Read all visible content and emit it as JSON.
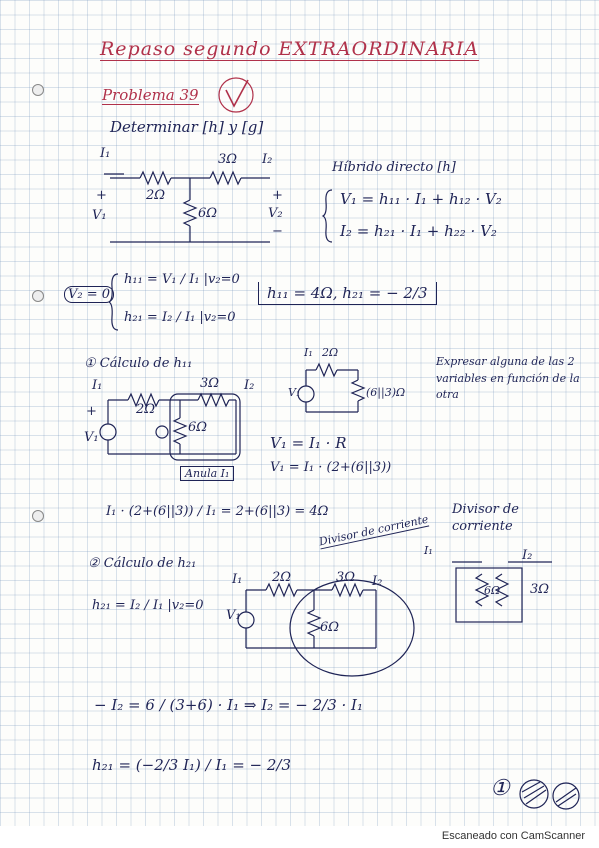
{
  "header": {
    "title": "Repaso segundo EXTRAORDINARIA",
    "problem": "Problema 39",
    "task": "Determinar [h] y [g]"
  },
  "circuit1": {
    "i1": "I₁",
    "i2": "I₂",
    "r2": "2Ω",
    "r3": "3Ω",
    "r6": "6Ω",
    "v1": "V₁",
    "v2": "V₂",
    "plus": "+",
    "minus": "−"
  },
  "hybrid": {
    "label": "Híbrido directo [h]",
    "eq1": "V₁ = h₁₁ · I₁ + h₁₂ · V₂",
    "eq2": "I₂ = h₂₁ · I₁ + h₂₂ · V₂"
  },
  "cond": {
    "condition": "V₂ = 0",
    "h11_def": "h₁₁ = V₁ / I₁ |v₂=0",
    "h21_def": "h₂₁ = I₂ / I₁ |v₂=0",
    "result": "h₁₁ = 4Ω,  h₂₁ = − 2/3"
  },
  "step1": {
    "label": "① Cálculo de h₁₁",
    "note": "Expresar alguna de las 2 variables en función de la otra",
    "anula": "Anula I₁",
    "eq_v1": "V₁ = I₁ · R",
    "eq_v1b": "V₁ = I₁ · (2+(6||3))",
    "parallel": "(6||3)Ω",
    "calc": "I₁ · (2+(6||3)) / I₁ = 2+(6||3) = 4Ω"
  },
  "step2": {
    "divisor_label": "Divisor de corriente",
    "divisor_title": "Divisor de corriente",
    "label": "② Cálculo de h₂₁",
    "h21_def": "h₂₁ = I₂ / I₁ |v₂=0",
    "eq_i2": "− I₂ = 6 / (3+6) · I₁  ⇒  I₂ = − 2/3 · I₁",
    "eq_h21": "h₂₁ = (−2/3 I₁) / I₁ = − 2/3"
  },
  "page_number": "①",
  "footer": "Escaneado con CamScanner"
}
